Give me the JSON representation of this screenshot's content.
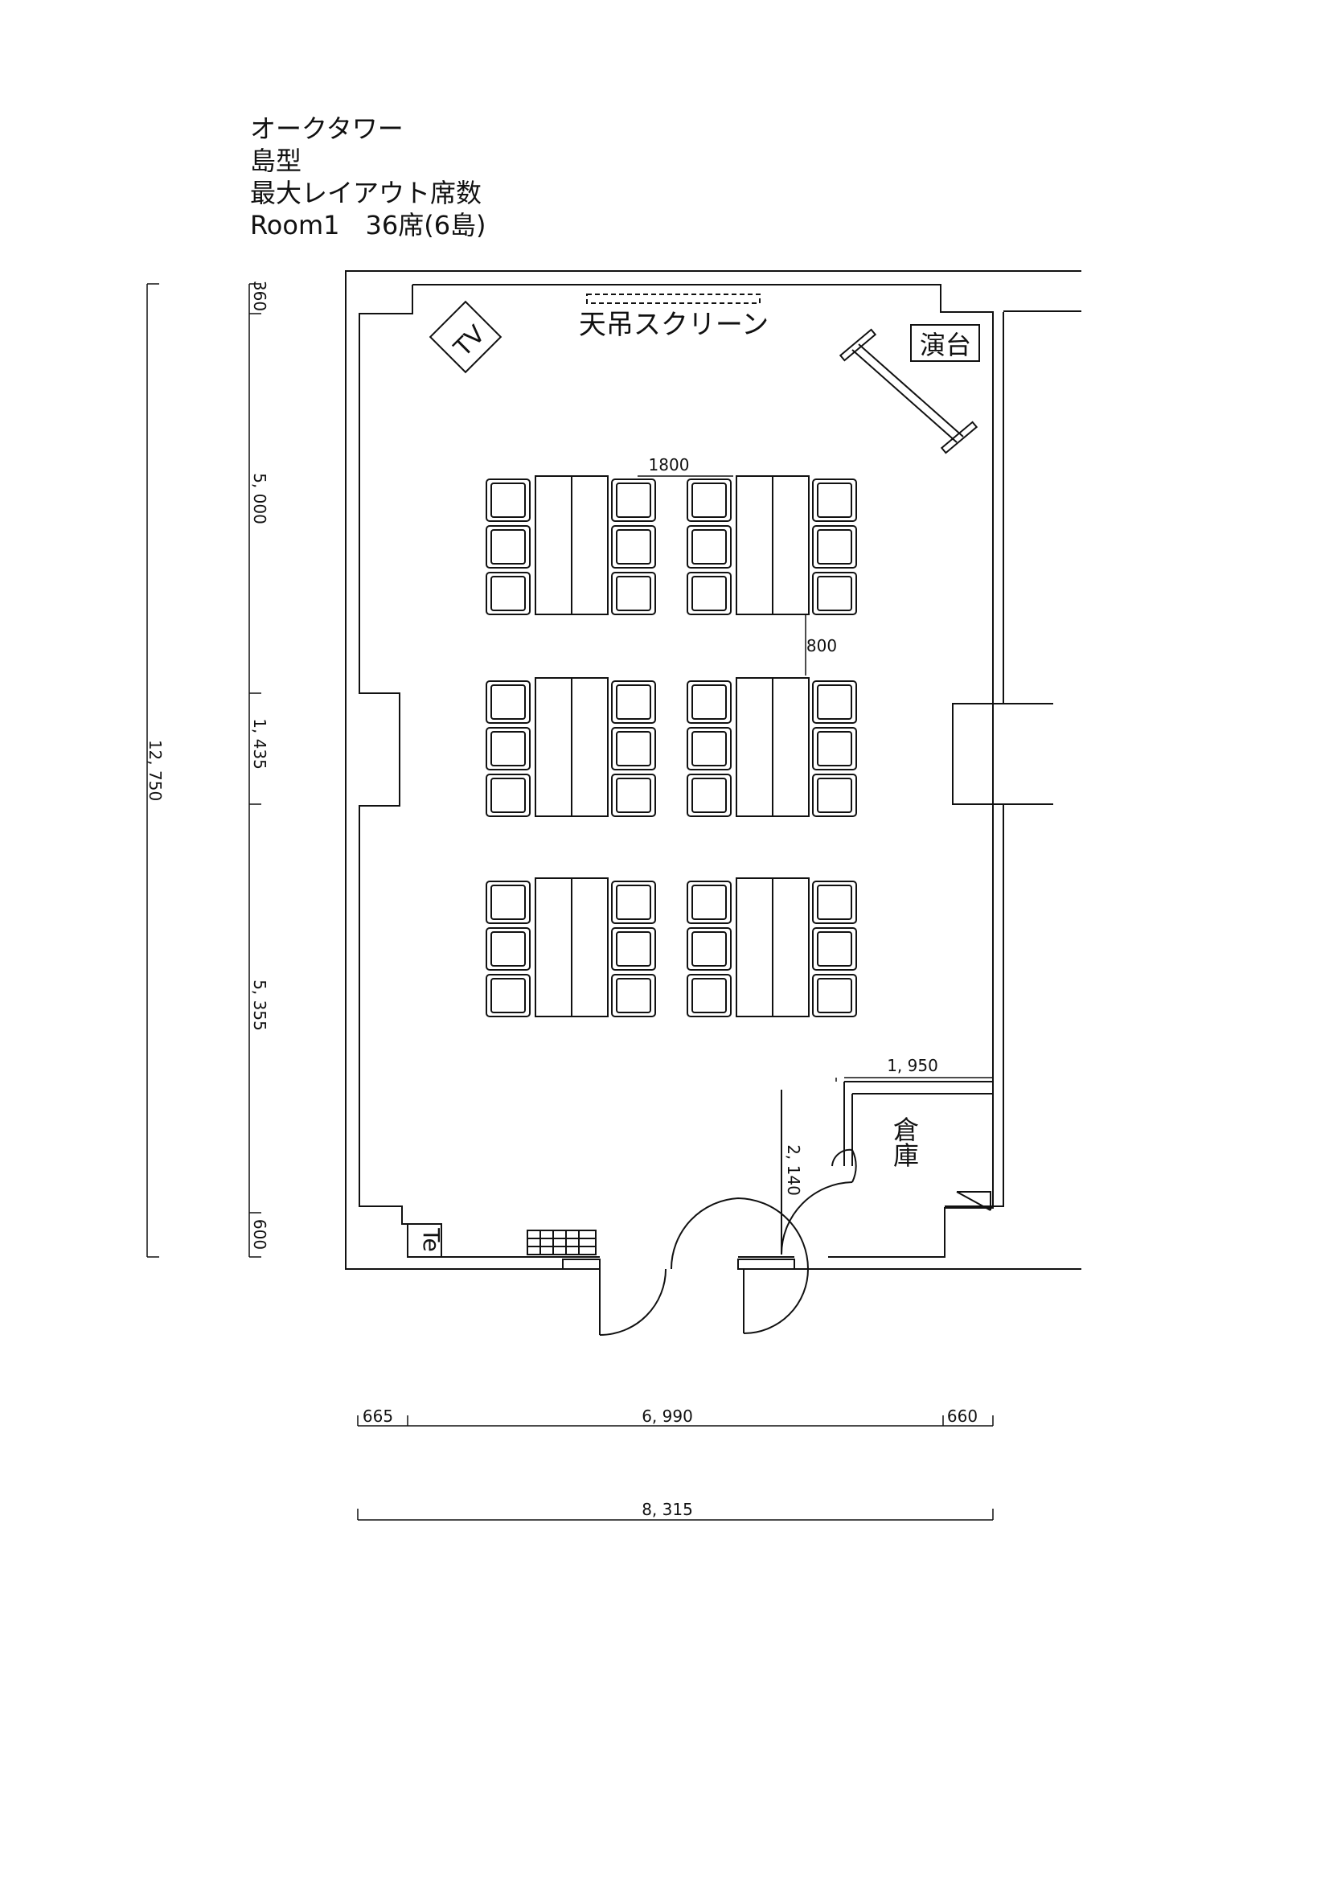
{
  "header": {
    "building": "オークタワー",
    "layout_type": "島型",
    "caption": "最大レイアウト席数",
    "room": "Room1　36席(6島)"
  },
  "labels": {
    "tv": "TV",
    "screen": "天吊スクリーン",
    "podium": "演台",
    "storage": "倉庫",
    "tel": "Te"
  },
  "dimensions": {
    "table_gap_h": "1800",
    "island_gap_v": "800",
    "storage_width": "1, 950",
    "storage_depth": "2, 140",
    "left_segments": [
      "360",
      "5, 000",
      "1, 435",
      "5, 355",
      "600"
    ],
    "left_total": "12, 750",
    "bottom_segments": [
      "665",
      "6, 990",
      "660"
    ],
    "bottom_total": "8, 315"
  },
  "islands": {
    "rows": 3,
    "cols": 2,
    "tables_per_island": 2,
    "chairs_per_side": 3
  }
}
